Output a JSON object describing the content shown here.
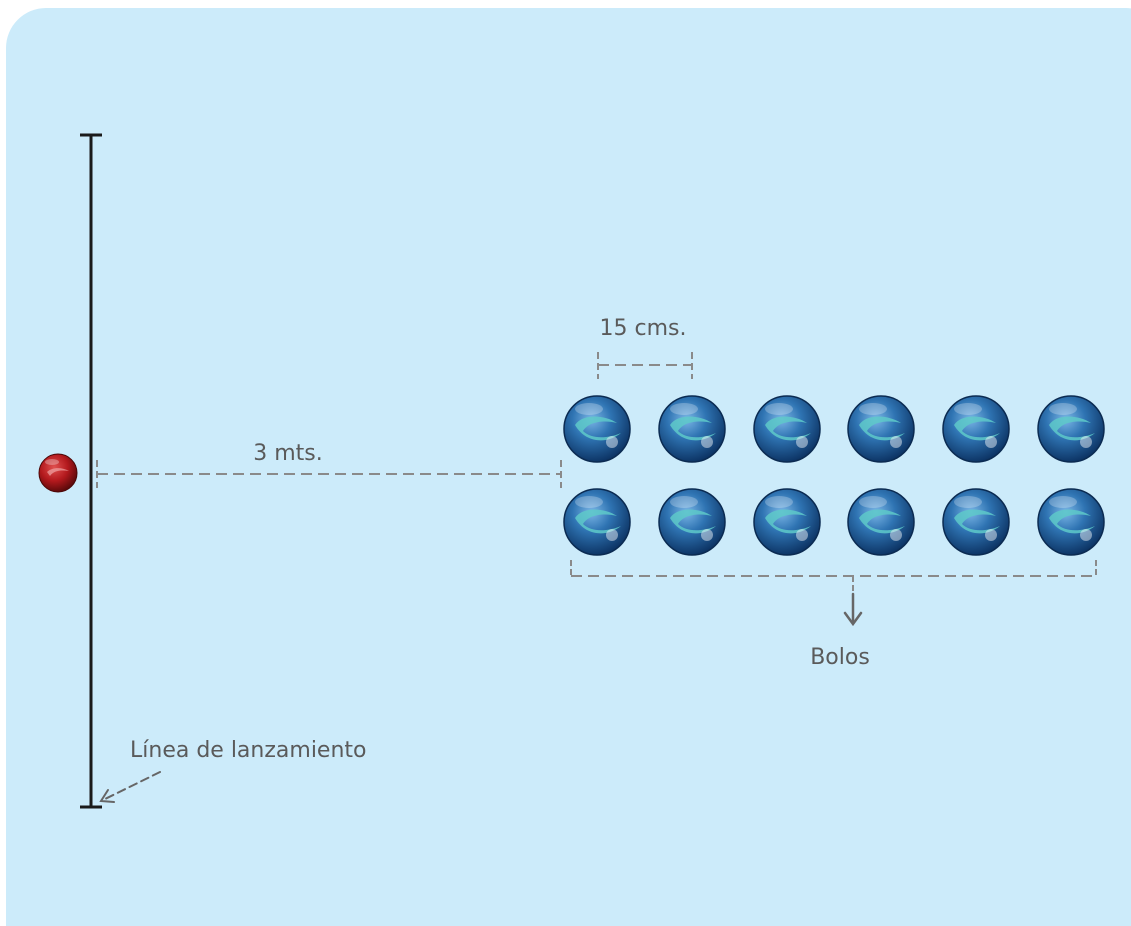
{
  "labels": {
    "spacing": "15 cms.",
    "distance": "3 mts.",
    "pins": "Bolos",
    "launch_line": "Línea de lanzamiento"
  },
  "colors": {
    "background": "#ccebfa",
    "line": "#1a1a1a",
    "dashed": "#8a8a8a",
    "text": "#5a5a5a",
    "launch_ball": "#b3191d",
    "pin_ball": "#2f74b3"
  },
  "icons": {
    "launch_ball": "red-marble-icon",
    "pins": "blue-marble-icon"
  },
  "pins_layout": {
    "rows": 2,
    "columns": 6
  }
}
